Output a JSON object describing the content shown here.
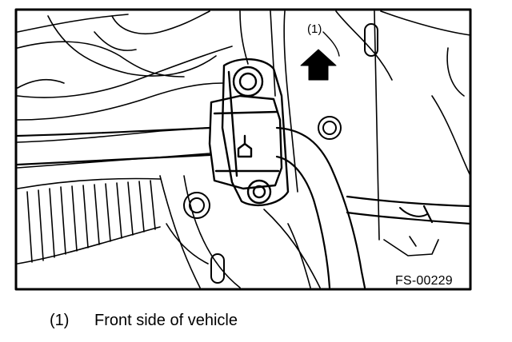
{
  "figure": {
    "callout_label": "(1)",
    "figure_code": "FS-00229"
  },
  "legend": {
    "items": [
      {
        "number": "(1)",
        "text": "Front side of vehicle"
      }
    ]
  },
  "colors": {
    "ink": "#000000",
    "paper": "#ffffff"
  }
}
